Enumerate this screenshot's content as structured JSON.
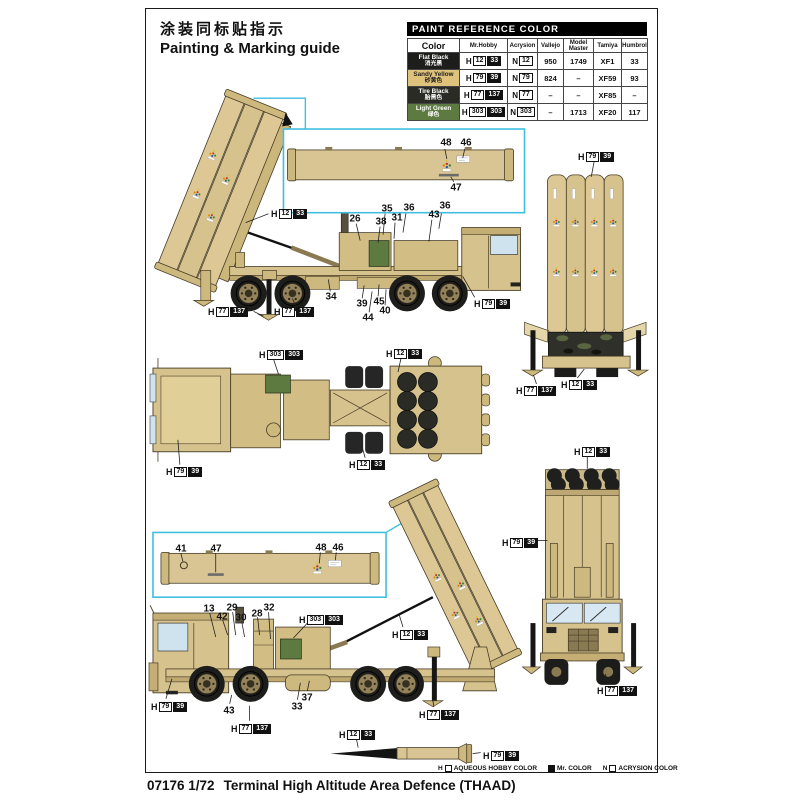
{
  "header": {
    "title_cn": "涂装同标贴指示",
    "title_en": "Painting & Marking guide"
  },
  "paint_table": {
    "title": "PAINT  REFERENCE COLOR",
    "columns": [
      "Color",
      "Mr.Hobby",
      "Acrysion",
      "Vallejo",
      "Model Master",
      "Tamiya",
      "Humbrol"
    ],
    "rows": [
      {
        "name": "Flat Black",
        "name_cn": "消光黑",
        "acrysion": "12",
        "vallejo": "950",
        "model_master": "1749",
        "tamiya": "XF1",
        "humbrol": "33",
        "swatch": "#1d1d1b"
      },
      {
        "name": "Sandy Yellow",
        "name_cn": "砂黄色",
        "acrysion": "79",
        "vallejo": "824",
        "model_master": "–",
        "tamiya": "XF59",
        "humbrol": "93",
        "swatch": "#dfc37c"
      },
      {
        "name": "Tire Black",
        "name_cn": "胎黑色",
        "acrysion": "77",
        "vallejo": "–",
        "model_master": "–",
        "tamiya": "XF85",
        "humbrol": "–",
        "swatch": "#2b2b26"
      },
      {
        "name": "Light Green",
        "name_cn": "绿色",
        "acrysion": "303",
        "vallejo": "–",
        "model_master": "1713",
        "tamiya": "XF20",
        "humbrol": "117",
        "swatch": "#5d7a40"
      }
    ]
  },
  "paints": {
    "flat_black": {
      "prefix": "H",
      "aq": "12",
      "mr": "33"
    },
    "sandy_yellow": {
      "prefix": "H",
      "aq": "79",
      "mr": "39"
    },
    "tire_black": {
      "prefix": "H",
      "aq": "77",
      "mr": "137"
    },
    "light_green": {
      "prefix": "H",
      "aq": "303",
      "mr": "303"
    }
  },
  "acrysion_prefix": "N",
  "parts": {
    "13": "13",
    "26": "26",
    "28": "28",
    "29": "29",
    "30": "30",
    "31": "31",
    "32": "32",
    "33": "33",
    "34": "34",
    "35": "35",
    "36": "36",
    "37": "37",
    "38": "38",
    "39": "39",
    "40": "40",
    "41": "41",
    "42": "42",
    "43": "43",
    "44": "44",
    "45": "45",
    "46": "46",
    "47": "47",
    "48": "48"
  },
  "legend": {
    "h_prefix": "H",
    "aqueous": "AQUEOUS HOBBY COLOR",
    "mr": "Mr. COLOR",
    "n_prefix": "N",
    "acrysion": "ACRYSION COLOR"
  },
  "footer": {
    "kit_number": "07176 1/72",
    "kit_name": "Terminal High Altitude Area Defence (THAAD)"
  },
  "colors": {
    "sand": "#d6c28c",
    "sand_dark": "#bfa971",
    "cyan_box": "#3fbfe0",
    "equipment_green": "#5d7a40",
    "window_blue": "#cfe3ee"
  }
}
